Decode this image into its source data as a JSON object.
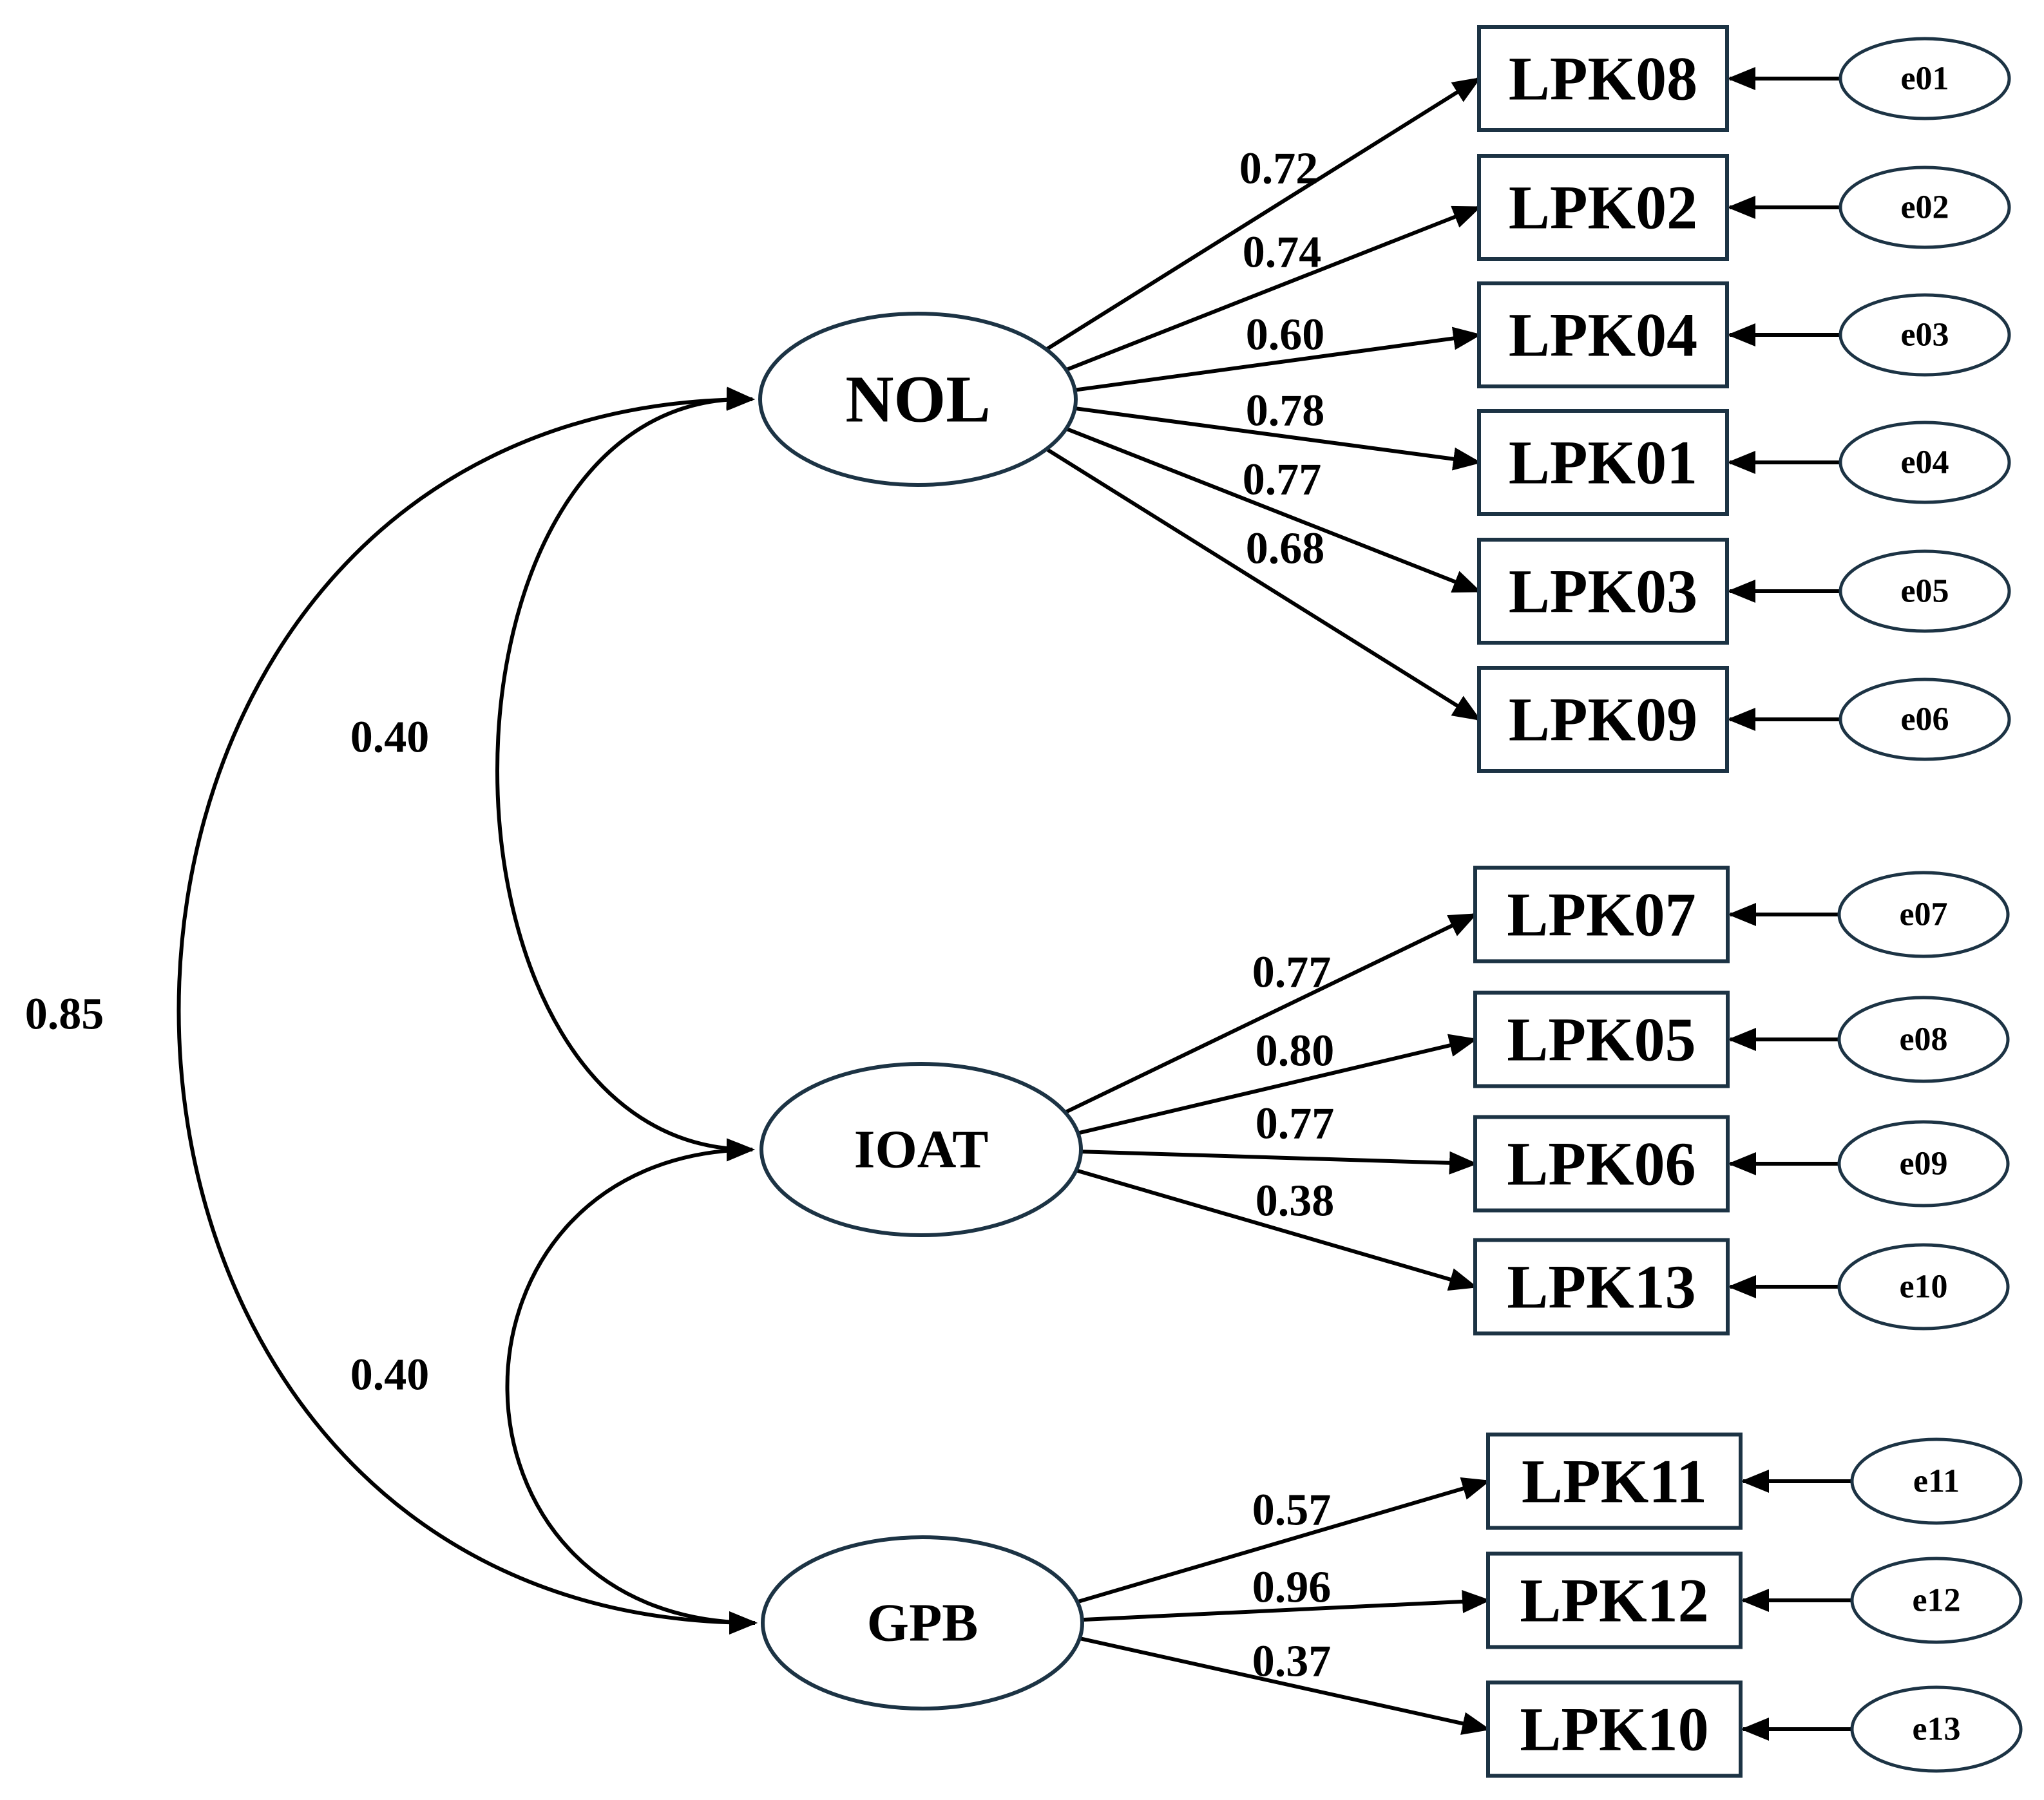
{
  "factors": [
    {
      "id": "NOL",
      "label": "NOL",
      "items": [
        {
          "label": "LPK08",
          "error": "e01",
          "loading": "0.72"
        },
        {
          "label": "LPK02",
          "error": "e02",
          "loading": "0.74"
        },
        {
          "label": "LPK04",
          "error": "e03",
          "loading": "0.60"
        },
        {
          "label": "LPK01",
          "error": "e04",
          "loading": "0.78"
        },
        {
          "label": "LPK03",
          "error": "e05",
          "loading": "0.77"
        },
        {
          "label": "LPK09",
          "error": "e06",
          "loading": "0.68"
        }
      ]
    },
    {
      "id": "IOAT",
      "label": "IOAT",
      "items": [
        {
          "label": "LPK07",
          "error": "e07",
          "loading": "0.77"
        },
        {
          "label": "LPK05",
          "error": "e08",
          "loading": "0.80"
        },
        {
          "label": "LPK06",
          "error": "e09",
          "loading": "0.77"
        },
        {
          "label": "LPK13",
          "error": "e10",
          "loading": "0.38"
        }
      ]
    },
    {
      "id": "GPB",
      "label": "GPB",
      "items": [
        {
          "label": "LPK11",
          "error": "e11",
          "loading": "0.57"
        },
        {
          "label": "LPK12",
          "error": "e12",
          "loading": "0.96"
        },
        {
          "label": "LPK10",
          "error": "e13",
          "loading": "0.37"
        }
      ]
    }
  ],
  "correlations": [
    {
      "from": "NOL",
      "to": "IOAT",
      "value": "0.40"
    },
    {
      "from": "IOAT",
      "to": "GPB",
      "value": "0.40"
    },
    {
      "from": "NOL",
      "to": "GPB",
      "value": "0.85"
    }
  ],
  "colors": {
    "outline": "#1c3344",
    "line": "#000000"
  }
}
